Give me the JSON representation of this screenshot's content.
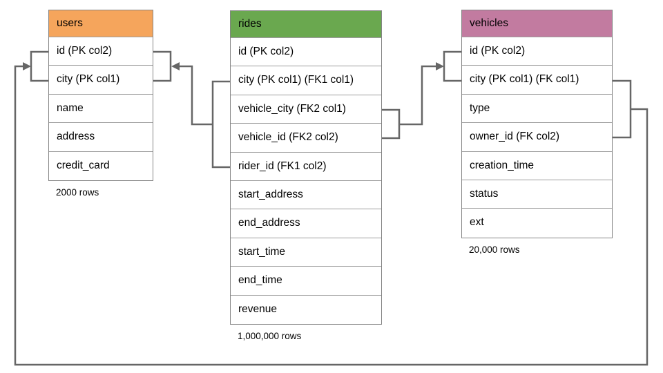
{
  "diagram": {
    "connector_color": "#666666",
    "tables": [
      {
        "id": "users",
        "title": "users",
        "header_color": "#f5a55c",
        "row_count_label": "2000 rows",
        "columns": [
          "id (PK col2)",
          "city (PK col1)",
          "name",
          "address",
          "credit_card"
        ]
      },
      {
        "id": "rides",
        "title": "rides",
        "header_color": "#6aa84f",
        "row_count_label": "1,000,000 rows",
        "columns": [
          "id (PK col2)",
          "city (PK col1) (FK1 col1)",
          "vehicle_city (FK2 col1)",
          "vehicle_id (FK2 col2)",
          "rider_id (FK1 col2)",
          "start_address",
          "end_address",
          "start_time",
          "end_time",
          "revenue"
        ]
      },
      {
        "id": "vehicles",
        "title": "vehicles",
        "header_color": "#c27ba0",
        "row_count_label": "20,000 rows",
        "columns": [
          "id (PK col2)",
          "city (PK col1) (FK col1)",
          "type",
          "owner_id (FK col2)",
          "creation_time",
          "status",
          "ext"
        ]
      }
    ],
    "relationships": [
      {
        "name": "rides-fk1-users",
        "from_table": "rides",
        "from_columns": "city, rider_id",
        "to_table": "users",
        "to_columns": "id, city"
      },
      {
        "name": "rides-fk2-vehicles",
        "from_table": "rides",
        "from_columns": "vehicle_city, vehicle_id",
        "to_table": "vehicles",
        "to_columns": "id, city"
      },
      {
        "name": "vehicles-fk-users",
        "from_table": "vehicles",
        "from_columns": "city, owner_id",
        "to_table": "users",
        "to_columns": "id, city"
      }
    ]
  }
}
